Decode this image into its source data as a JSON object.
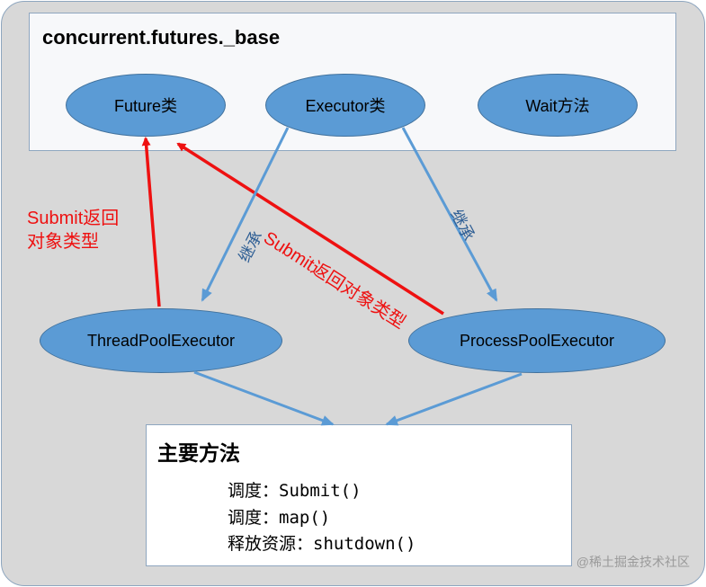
{
  "module": {
    "title": "concurrent.futures._base"
  },
  "nodes": {
    "future": "Future类",
    "executor": "Executor类",
    "wait": "Wait方法",
    "thread_pool": "ThreadPoolExecutor",
    "process_pool": "ProcessPoolExecutor"
  },
  "edges": {
    "submit_return_left_line1": "Submit返回",
    "submit_return_left_line2": "对象类型",
    "submit_return_diag": "Submit返回对象类型",
    "inherit_left": "继承",
    "inherit_right": "继承"
  },
  "methods": {
    "title": "主要方法",
    "items": [
      "调度：Submit()",
      "调度：map()",
      "释放资源：shutdown()"
    ]
  },
  "watermark": "@稀土掘金技术社区",
  "colors": {
    "background": "#d8d8d8",
    "ellipse_fill": "#5b9bd5",
    "red_arrow": "#ee1111",
    "blue_arrow": "#5b9bd5"
  }
}
